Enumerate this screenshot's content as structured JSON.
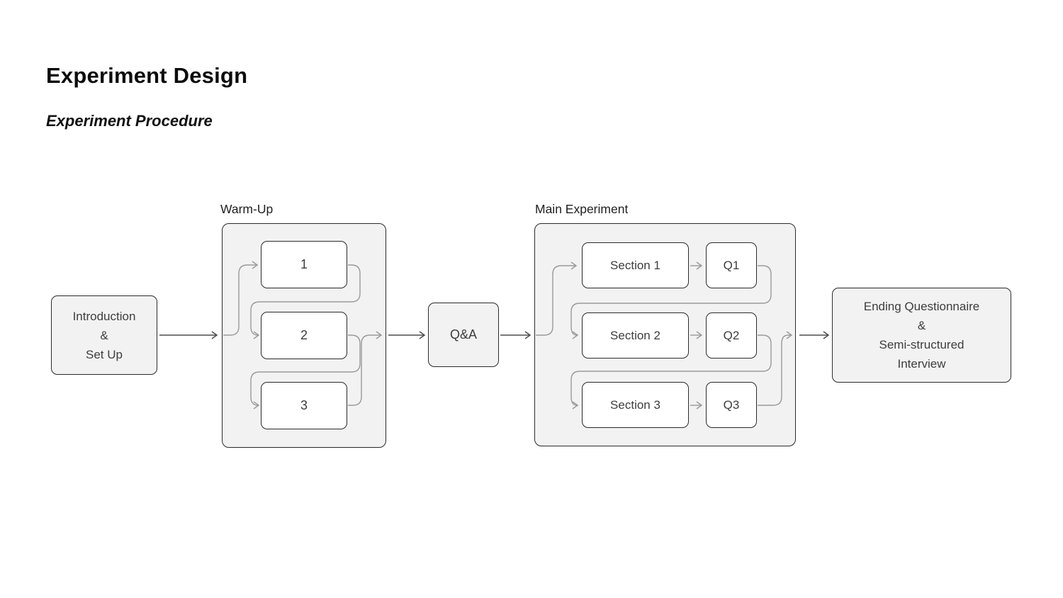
{
  "page": {
    "title": "Experiment Design",
    "subtitle": "Experiment Procedure"
  },
  "diagram": {
    "nodes": {
      "intro": {
        "label": "Introduction\n&\nSet Up"
      },
      "warmup": {
        "label": "Warm-Up",
        "steps": [
          "1",
          "2",
          "3"
        ]
      },
      "qa": {
        "label": "Q&A"
      },
      "main": {
        "label": "Main Experiment",
        "rows": [
          {
            "section": "Section 1",
            "question": "Q1"
          },
          {
            "section": "Section 2",
            "question": "Q2"
          },
          {
            "section": "Section 3",
            "question": "Q3"
          }
        ]
      },
      "ending": {
        "label": "Ending Questionnaire\n&\nSemi-structured\nInterview"
      }
    },
    "colors": {
      "background": "#ffffff",
      "container_fill": "#f2f2f2",
      "node_fill": "#ffffff",
      "border": "#2b2b2b",
      "flow_arrow": "#4d4d4d",
      "loop_arrow": "#999999",
      "text": "#3d3d3d"
    }
  }
}
